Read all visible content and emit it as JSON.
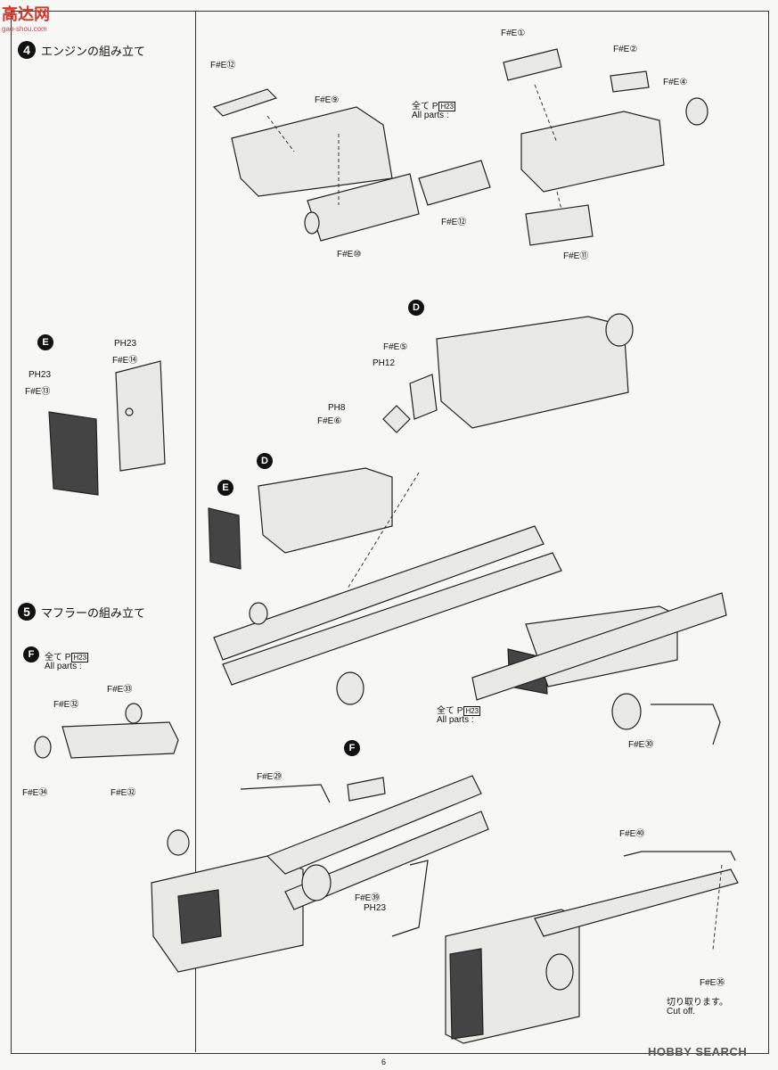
{
  "watermark": {
    "main": "高达网",
    "sub": "gao-shou.com"
  },
  "steps": [
    {
      "number": "4",
      "title": "エンジンの組み立て"
    },
    {
      "number": "5",
      "title": "マフラーの組み立て"
    }
  ],
  "parts": {
    "fe12_top": "F#E⑫",
    "fe9": "F#E⑨",
    "fe10": "F#E⑩",
    "fe12_bottom": "F#E⑫",
    "all_parts_jp_1": "全て P",
    "all_parts_sub_1": "H23",
    "all_parts_en_1": "All parts :",
    "fe1": "F#E①",
    "fe2": "F#E②",
    "fe4": "F#E④",
    "fe11": "F#E⑪",
    "fe5": "F#E⑤",
    "ph12": "PH12",
    "ph8": "PH8",
    "fe6": "F#E⑥",
    "ph23_e1": "PH23",
    "fe14": "F#E⑭",
    "ph23_e2": "PH23",
    "fe13": "F#E⑬",
    "all_parts_jp_f": "全て P",
    "all_parts_sub_f": "H23",
    "all_parts_en_f": "All parts :",
    "fe33": "F#E㉝",
    "fe32_top": "F#E㉜",
    "fe34": "F#E㉞",
    "fe32_bottom": "F#E㉜",
    "all_parts_jp_2": "全て P",
    "all_parts_sub_2": "H23",
    "all_parts_en_2": "All parts :",
    "fe30": "F#E㉚",
    "fe29": "F#E㉙",
    "fe39": "F#E㊴",
    "ph23_c": "PH23",
    "fe40": "F#E㊵",
    "fe36": "F#E㊱",
    "cut_jp": "切り取ります。",
    "cut_en": "Cut off."
  },
  "badges": {
    "d1": "D",
    "e1": "E",
    "d2": "D",
    "e2": "E",
    "f1": "F",
    "f2": "F"
  },
  "page_number": "6",
  "brand": "HOBBY SEARCH"
}
